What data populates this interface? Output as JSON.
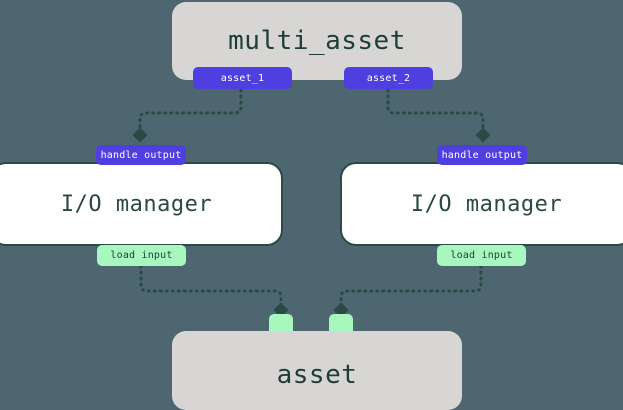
{
  "diagram": {
    "type": "asset-io-manager-flow",
    "background_color": "#4d6670",
    "edge_color": "#2b4a43",
    "nodes": [
      {
        "id": "multi_asset",
        "label": "multi_asset",
        "kind": "asset-group",
        "fill": "#d7d6d4",
        "text_color": "#1f3d37"
      },
      {
        "id": "io_manager_left",
        "label": "I/O manager",
        "kind": "io-manager",
        "fill": "#ffffff",
        "text_color": "#2b4a43"
      },
      {
        "id": "io_manager_right",
        "label": "I/O manager",
        "kind": "io-manager",
        "fill": "#ffffff",
        "text_color": "#2b4a43"
      },
      {
        "id": "asset",
        "label": "asset",
        "kind": "asset",
        "fill": "#d7d6d4",
        "text_color": "#1f3d37"
      }
    ],
    "ports": {
      "asset_1": "asset_1",
      "asset_2": "asset_2",
      "handle_output_left": "handle output",
      "handle_output_right": "handle output",
      "load_input_left": "load input",
      "load_input_right": "load input"
    },
    "colors": {
      "badge_purple": "#4f3fe0",
      "badge_purple_text": "#ffffff",
      "badge_green": "#a8f7bf",
      "badge_green_text": "#15443a",
      "node_grey": "#d7d6d4",
      "node_white": "#ffffff",
      "border_dark": "#2b4a43"
    },
    "edges": [
      {
        "from": "asset_1",
        "to": "handle_output_left",
        "style": "dotted",
        "arrow": "diamond"
      },
      {
        "from": "asset_2",
        "to": "handle_output_right",
        "style": "dotted",
        "arrow": "diamond"
      },
      {
        "from": "load_input_left",
        "to": "asset_port_left",
        "style": "dotted",
        "arrow": "diamond"
      },
      {
        "from": "load_input_right",
        "to": "asset_port_right",
        "style": "dotted",
        "arrow": "diamond"
      }
    ]
  }
}
